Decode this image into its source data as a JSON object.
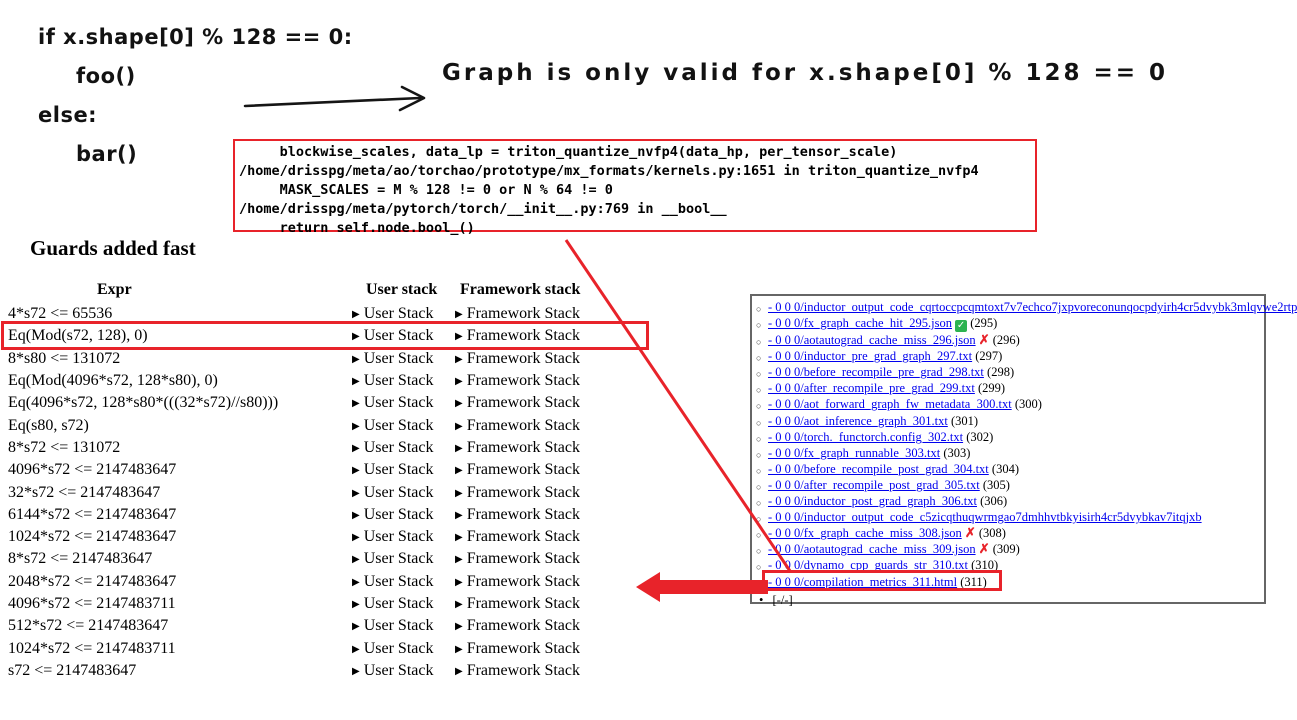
{
  "handwritten": {
    "code_lines": [
      "if x.shape[0] % 128 == 0:",
      "foo()",
      "else:",
      "bar()"
    ],
    "note": "Graph is only valid for x.shape[0] % 128 == 0"
  },
  "stack_trace": {
    "lines": [
      "     blockwise_scales, data_lp = triton_quantize_nvfp4(data_hp, per_tensor_scale)",
      "/home/drisspg/meta/ao/torchao/prototype/mx_formats/kernels.py:1651 in triton_quantize_nvfp4",
      "     MASK_SCALES = M % 128 != 0 or N % 64 != 0",
      "/home/drisspg/meta/pytorch/torch/__init__.py:769 in __bool__",
      "     return self.node.bool_()"
    ]
  },
  "guards": {
    "title": "Guards added fast",
    "columns": [
      "Expr",
      "User stack",
      "Framework stack"
    ],
    "marker": "▶",
    "user_stack_label": "User Stack",
    "framework_stack_label": "Framework Stack",
    "highlighted_expr": "Eq(Mod(s72, 128), 0)",
    "rows": [
      "4*s72 <= 65536",
      "Eq(Mod(s72, 128), 0)",
      "8*s80 <= 131072",
      "Eq(Mod(4096*s72, 128*s80), 0)",
      "Eq(4096*s72, 128*s80*(((32*s72)//s80)))",
      "Eq(s80, s72)",
      "8*s72 <= 131072",
      "4096*s72 <= 2147483647",
      "32*s72 <= 2147483647",
      "6144*s72 <= 2147483647",
      "1024*s72 <= 2147483647",
      "8*s72 <= 2147483647",
      "2048*s72 <= 2147483647",
      "4096*s72 <= 2147483711",
      "512*s72 <= 2147483647",
      "1024*s72 <= 2147483711",
      "s72 <= 2147483647"
    ]
  },
  "file_panel": {
    "items": [
      {
        "text": "- 0 0 0/inductor_output_code_cqrtoccpcqmtoxt7v7echco7jxpvoreconunqocpdyirh4cr5dvybk3mlqvwe2rtp",
        "status": "",
        "num": ""
      },
      {
        "text": "- 0 0 0/fx_graph_cache_hit_295.json",
        "status": "check",
        "num": "(295)"
      },
      {
        "text": "- 0 0 0/aotautograd_cache_miss_296.json",
        "status": "x",
        "num": "(296)"
      },
      {
        "text": "- 0 0 0/inductor_pre_grad_graph_297.txt",
        "status": "",
        "num": "(297)"
      },
      {
        "text": "- 0 0 0/before_recompile_pre_grad_298.txt",
        "status": "",
        "num": "(298)"
      },
      {
        "text": "- 0 0 0/after_recompile_pre_grad_299.txt",
        "status": "",
        "num": "(299)"
      },
      {
        "text": "- 0 0 0/aot_forward_graph_fw_metadata_300.txt",
        "status": "",
        "num": "(300)"
      },
      {
        "text": "- 0 0 0/aot_inference_graph_301.txt",
        "status": "",
        "num": "(301)"
      },
      {
        "text": "- 0 0 0/torch._functorch.config_302.txt",
        "status": "",
        "num": "(302)"
      },
      {
        "text": "- 0 0 0/fx_graph_runnable_303.txt",
        "status": "",
        "num": "(303)"
      },
      {
        "text": "- 0 0 0/before_recompile_post_grad_304.txt",
        "status": "",
        "num": "(304)"
      },
      {
        "text": "- 0 0 0/after_recompile_post_grad_305.txt",
        "status": "",
        "num": "(305)"
      },
      {
        "text": "- 0 0 0/inductor_post_grad_graph_306.txt",
        "status": "",
        "num": "(306)"
      },
      {
        "text": "- 0 0 0/inductor_output_code_c5zicqthuqwrmgao7dmhhvtbkyisirh4cr5dvybkav7itqjxb",
        "status": "",
        "num": ""
      },
      {
        "text": "- 0 0 0/fx_graph_cache_miss_308.json",
        "status": "x",
        "num": "(308)"
      },
      {
        "text": "- 0 0 0/aotautograd_cache_miss_309.json",
        "status": "x",
        "num": "(309)"
      },
      {
        "text": "- 0 0 0/dynamo_cpp_guards_str_310.txt",
        "status": "",
        "num": "(310)"
      },
      {
        "text": "- 0 0 0/compilation_metrics_311.html",
        "status": "",
        "num": "(311)",
        "highlighted": true
      }
    ],
    "footer": "[-/-]"
  },
  "colors": {
    "annotation_red": "#e8232a",
    "link_blue": "#0000ee",
    "check_green": "#2db350",
    "panel_border": "#666666"
  }
}
